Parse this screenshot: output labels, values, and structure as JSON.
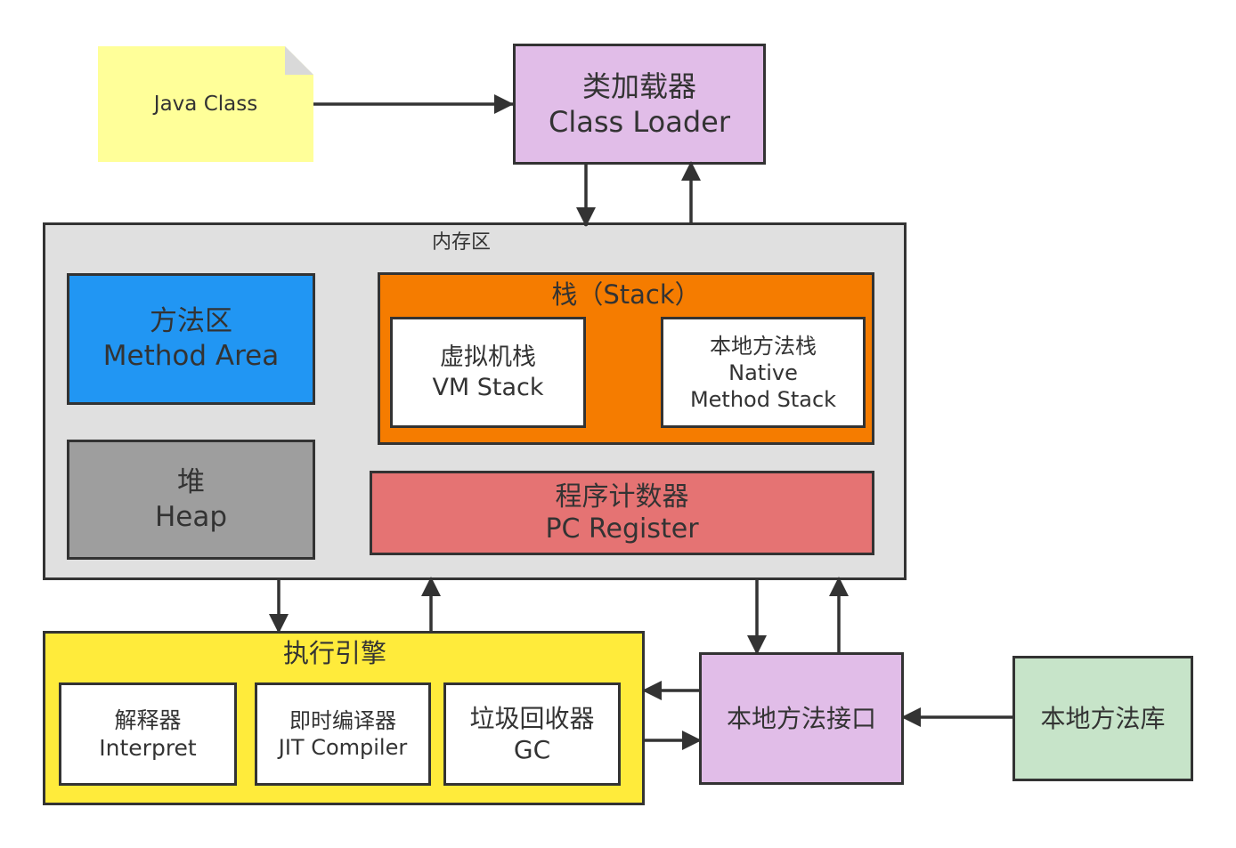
{
  "java_class": {
    "label": "Java Class"
  },
  "class_loader": {
    "line1": "类加载器",
    "line2": "Class Loader"
  },
  "memory_area": {
    "title": "内存区",
    "method_area": {
      "line1": "方法区",
      "line2": "Method Area"
    },
    "heap": {
      "line1": "堆",
      "line2": "Heap"
    },
    "stack": {
      "title": "栈（Stack）",
      "vm_stack": {
        "line1": "虚拟机栈",
        "line2": "VM Stack"
      },
      "native_stack": {
        "line1": "本地方法栈",
        "line2": "Native",
        "line3": "Method Stack"
      }
    },
    "pc_register": {
      "line1": "程序计数器",
      "line2": "PC Register"
    }
  },
  "execution_engine": {
    "title": "执行引擎",
    "interpreter": {
      "line1": "解释器",
      "line2": "Interpret"
    },
    "jit": {
      "line1": "即时编译器",
      "line2": "JIT Compiler"
    },
    "gc": {
      "line1": "垃圾回收器",
      "line2": "GC"
    }
  },
  "native_interface": {
    "label": "本地方法接口"
  },
  "native_library": {
    "label": "本地方法库"
  },
  "colors": {
    "border": "#333333",
    "note": "#ffff99",
    "class_loader": "#e1bde8",
    "memory_area": "#e0e0e0",
    "method_area": "#2196f3",
    "heap": "#9e9e9e",
    "stack": "#f57c00",
    "pc_register": "#e57373",
    "execution_engine": "#ffeb3b",
    "native_interface": "#e1bde8",
    "native_library": "#c7e4c9"
  }
}
